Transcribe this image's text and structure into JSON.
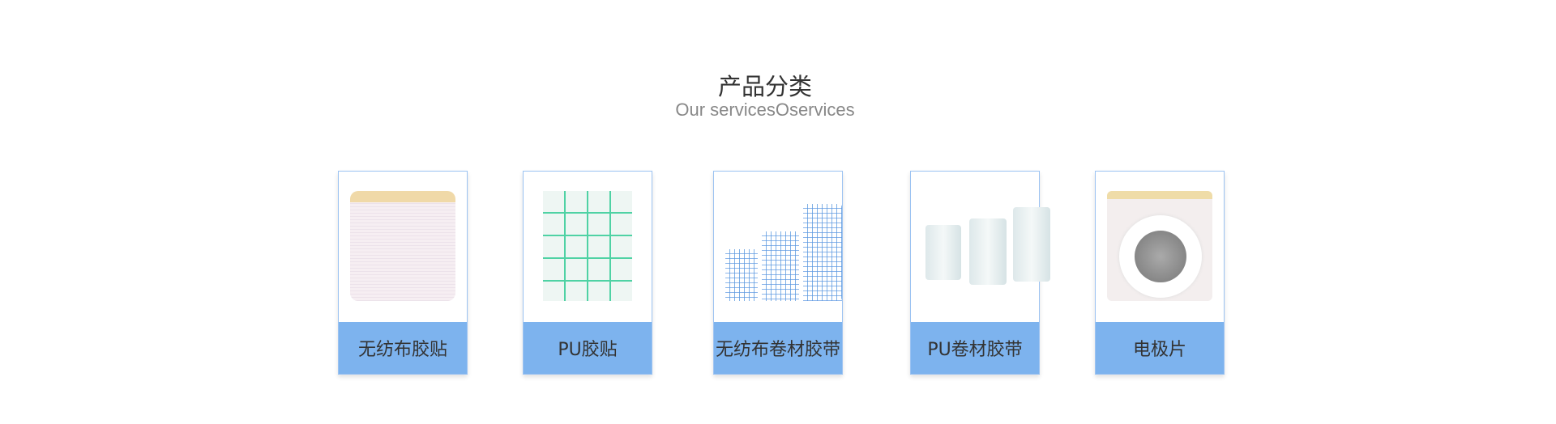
{
  "header": {
    "title": "产品分类",
    "subtitle": "Our servicesOservices"
  },
  "products": [
    {
      "label": "无纺布胶贴"
    },
    {
      "label": "PU胶贴"
    },
    {
      "label": "无纺布卷材胶带"
    },
    {
      "label": "PU卷材胶带"
    },
    {
      "label": "电极片"
    }
  ],
  "colors": {
    "label_bg": "#7db3ee",
    "card_border": "#9cc3f2"
  }
}
